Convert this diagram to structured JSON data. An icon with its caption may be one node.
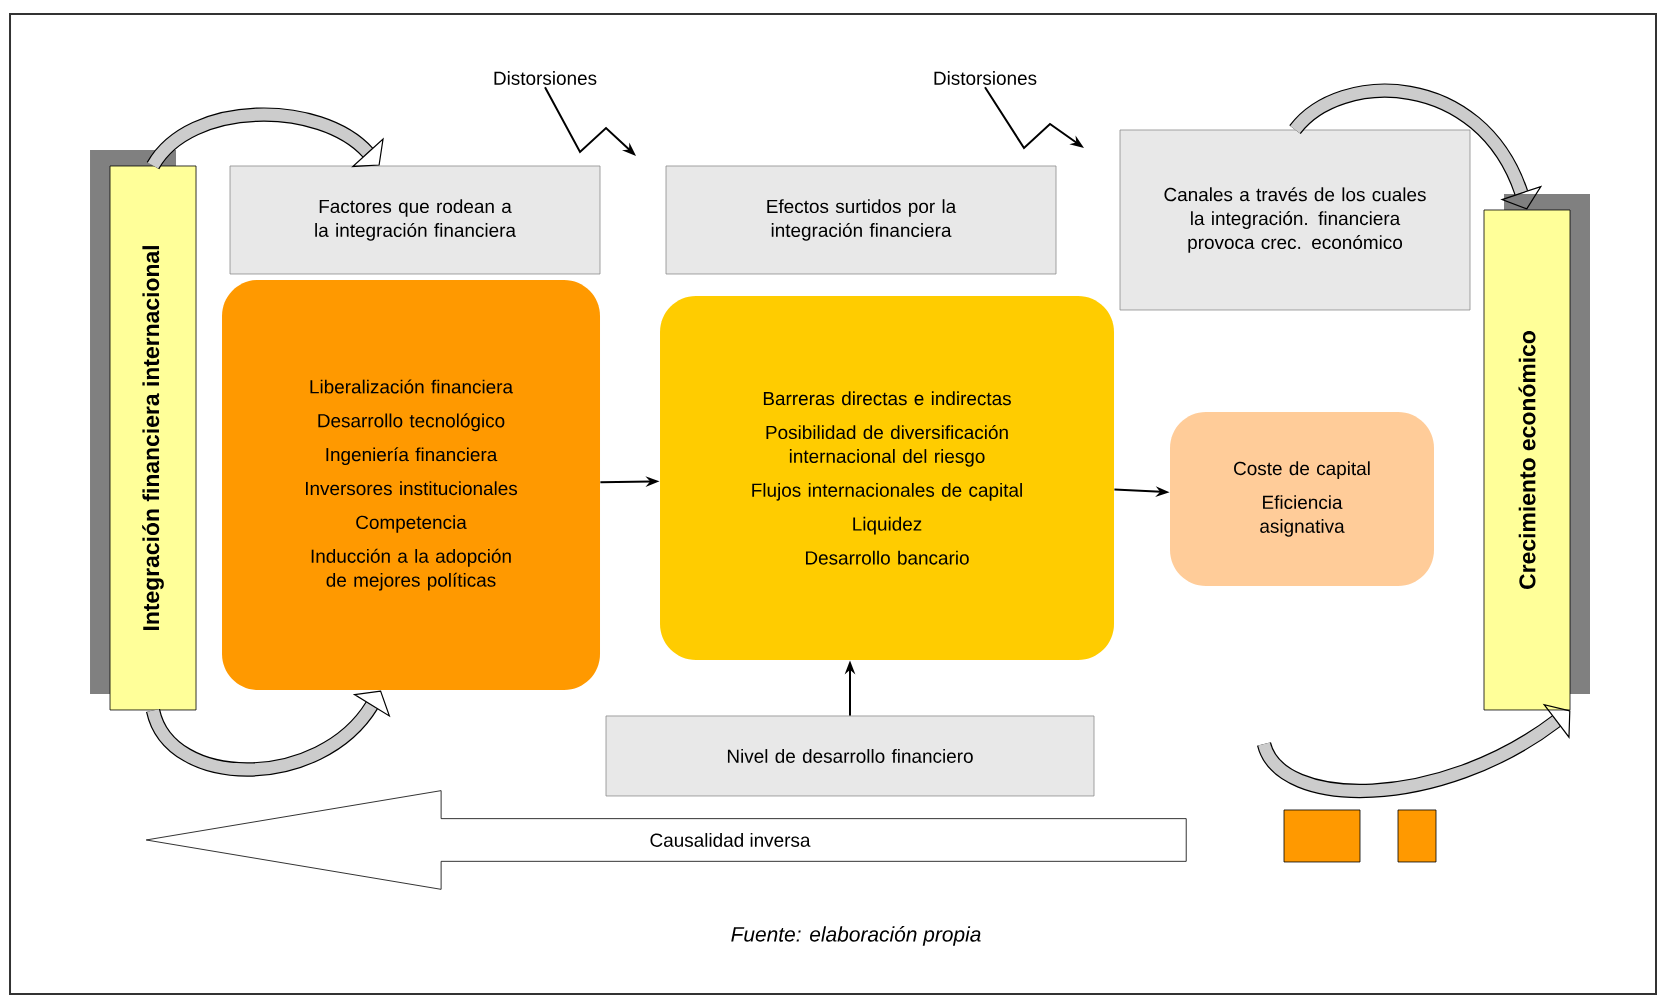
{
  "diagram": {
    "caption": "Fuente: elaboración propia",
    "nodes": [
      {
        "text": [
          "Integración financiera internacional"
        ]
      },
      {
        "text": [
          "Factores que rodean a la integración financiera"
        ]
      },
      {
        "text": [
          "Efectos surtidos por la integración financiera"
        ]
      },
      {
        "text": [
          "Canales a través de los cuales la integración. financiera provoca crec. económico"
        ]
      },
      {
        "text": [
          "Liberalización financiera",
          "Desarrollo tecnológico",
          "Ingeniería financiera",
          "Inversores institucionales",
          "Competencia",
          "Inducción a la adopción de mejores políticas"
        ]
      },
      {
        "text": [
          "Barreras directas e indirectas",
          "Posibilidad de diversificación internacional del riesgo",
          "Flujos internacionales de capital",
          "Liquidez",
          "Desarrollo bancario"
        ]
      },
      {
        "text": [
          "Coste de capital",
          "Eficiencia asignativa"
        ]
      },
      {
        "text": [
          "Crecimiento económico"
        ]
      },
      {
        "text": [
          "Nivel de desarrollo financiero"
        ]
      },
      {
        "text": [
          "Distorsiones"
        ]
      },
      {
        "text": [
          "Distorsiones"
        ]
      },
      {
        "text": [
          "Causalidad inversa"
        ]
      },
      {
        "text": [],
        "shape": "box"
      },
      {
        "text": [],
        "shape": "box"
      }
    ],
    "edges": [
      {
        "from": 4,
        "to": 5,
        "arrow": "to"
      },
      {
        "from": 5,
        "to": 6,
        "arrow": "to"
      },
      {
        "from": 8,
        "to": 5,
        "arrow": "to"
      },
      {
        "from": 9,
        "to": null,
        "arrow": "to"
      },
      {
        "from": 10,
        "to": null,
        "arrow": "to"
      },
      {
        "from": 0,
        "to": 1,
        "arrow": "to",
        "style": "thick"
      },
      {
        "from": 0,
        "to": 4,
        "arrow": "to",
        "style": "thick"
      },
      {
        "from": 3,
        "to": 7,
        "arrow": "to",
        "style": "thick"
      },
      {
        "from": null,
        "to": 7,
        "arrow": "to",
        "style": "thick"
      }
    ]
  }
}
